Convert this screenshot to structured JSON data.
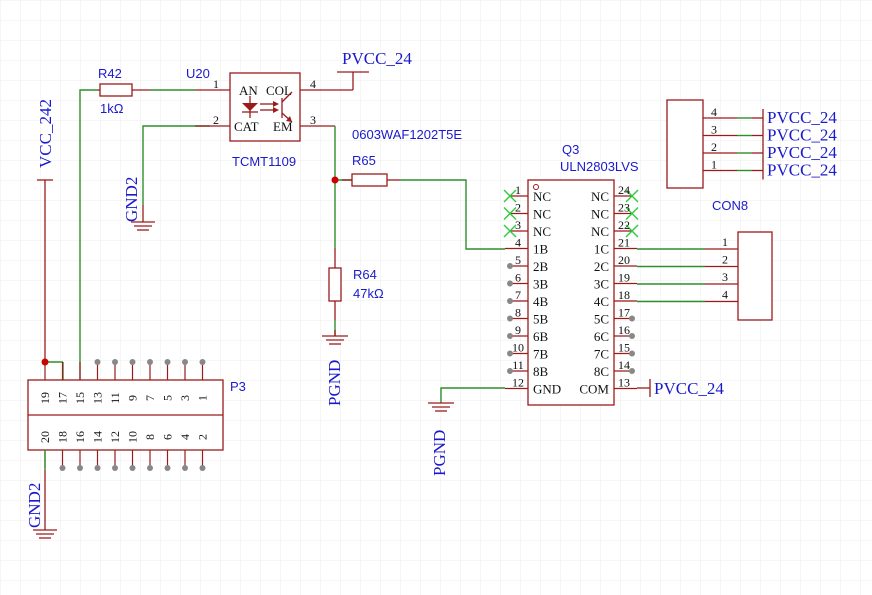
{
  "nets": {
    "vcc_242": "VCC_242",
    "gnd2_top": "GND2",
    "gnd2_bottom": "GND2",
    "pvcc_24_u20": "PVCC_24",
    "pgnd_r64": "PGND",
    "pgnd_q3": "PGND",
    "pvcc_24_q3": "PVCC_24",
    "con8_pvcc": [
      "PVCC_24",
      "PVCC_24",
      "PVCC_24",
      "PVCC_24"
    ]
  },
  "components": {
    "r42": {
      "ref": "R42",
      "value": "1kΩ"
    },
    "u20": {
      "ref": "U20",
      "value": "TCMT1109",
      "pins": [
        {
          "num": "1",
          "name": "AN"
        },
        {
          "num": "2",
          "name": "CAT"
        },
        {
          "num": "3",
          "name": "EM"
        },
        {
          "num": "4",
          "name": "COL"
        }
      ]
    },
    "r65": {
      "ref": "R65",
      "value": "0603WAF1202T5E"
    },
    "r64": {
      "ref": "R64",
      "value": "47kΩ"
    },
    "q3": {
      "ref": "Q3",
      "value": "ULN2803LVS",
      "left_pins": [
        {
          "num": "1",
          "name": "NC"
        },
        {
          "num": "2",
          "name": "NC"
        },
        {
          "num": "3",
          "name": "NC"
        },
        {
          "num": "4",
          "name": "1B"
        },
        {
          "num": "5",
          "name": "2B"
        },
        {
          "num": "6",
          "name": "3B"
        },
        {
          "num": "7",
          "name": "4B"
        },
        {
          "num": "8",
          "name": "5B"
        },
        {
          "num": "9",
          "name": "6B"
        },
        {
          "num": "10",
          "name": "7B"
        },
        {
          "num": "11",
          "name": "8B"
        },
        {
          "num": "12",
          "name": "GND"
        }
      ],
      "right_pins": [
        {
          "num": "24",
          "name": "NC"
        },
        {
          "num": "23",
          "name": "NC"
        },
        {
          "num": "22",
          "name": "NC"
        },
        {
          "num": "21",
          "name": "1C"
        },
        {
          "num": "20",
          "name": "2C"
        },
        {
          "num": "19",
          "name": "3C"
        },
        {
          "num": "18",
          "name": "4C"
        },
        {
          "num": "17",
          "name": "5C"
        },
        {
          "num": "16",
          "name": "6C"
        },
        {
          "num": "15",
          "name": "7C"
        },
        {
          "num": "14",
          "name": "8C"
        },
        {
          "num": "13",
          "name": "COM"
        }
      ]
    },
    "con8": {
      "ref": "CON8",
      "pins": [
        "4",
        "3",
        "2",
        "1"
      ]
    },
    "con_out": {
      "pins": [
        "1",
        "2",
        "3",
        "4"
      ]
    },
    "p3": {
      "ref": "P3",
      "top_pins": [
        "19",
        "17",
        "15",
        "13",
        "11",
        "9",
        "7",
        "5",
        "3",
        "1"
      ],
      "bottom_pins": [
        "20",
        "18",
        "16",
        "14",
        "12",
        "10",
        "8",
        "6",
        "4",
        "2"
      ]
    }
  }
}
